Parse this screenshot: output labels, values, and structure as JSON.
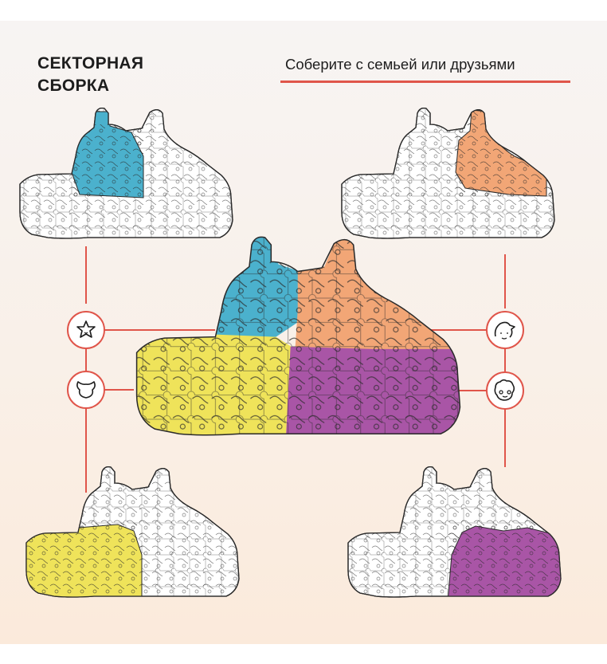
{
  "heading": {
    "line1": "СЕКТОРНАЯ",
    "line2": "СБОРКА"
  },
  "subtitle": "Соберите с семьей или друзьями",
  "colors": {
    "accent_line": "#e0554a",
    "sector_blue": "#4bb1cd",
    "sector_orange": "#f2a676",
    "sector_yellow": "#efe35a",
    "sector_purple": "#a955a6",
    "outline": "#2a2a2a"
  },
  "icons": [
    "star-face-icon",
    "horned-face-icon",
    "bird-face-icon",
    "curly-hair-face-icon"
  ]
}
